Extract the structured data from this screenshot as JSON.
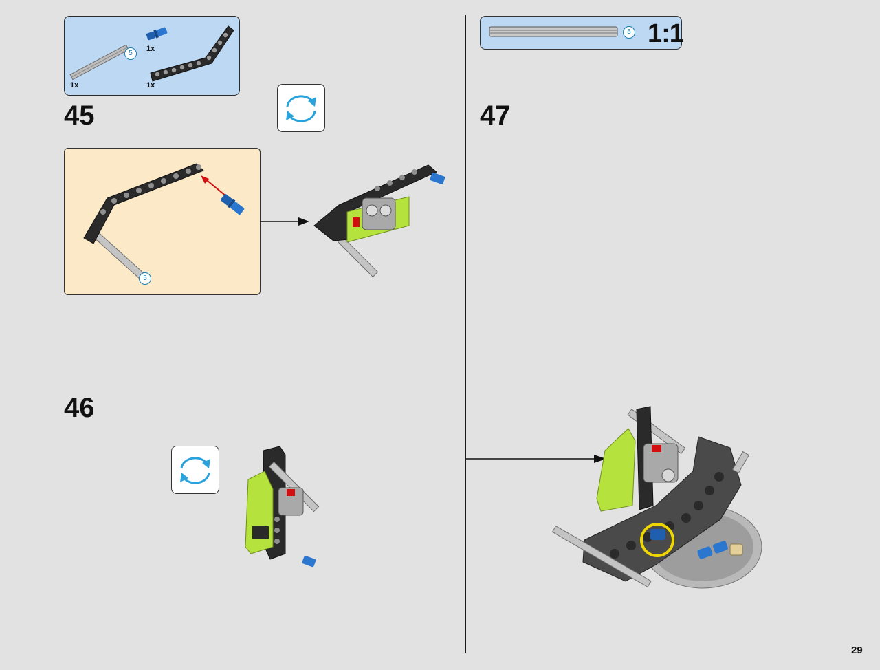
{
  "page": {
    "number": "29"
  },
  "parts_list": {
    "items": [
      {
        "qty": "1x",
        "name": "axle",
        "length_label": "5"
      },
      {
        "qty": "1x",
        "name": "blue-pin"
      },
      {
        "qty": "1x",
        "name": "bent-beam"
      }
    ]
  },
  "steps": [
    {
      "number": "45"
    },
    {
      "number": "46"
    },
    {
      "number": "47"
    }
  ],
  "subassembly": {
    "axle_length_label": "5"
  },
  "scale_check": {
    "axle_length_label": "5",
    "ratio": "1:1"
  },
  "colors": {
    "parts_bg": "#bcd8f3",
    "subassembly_bg": "#fbe9c8",
    "beam_black": "#2a2a2a",
    "lime": "#b5e23c",
    "blue_pin": "#1f5fae",
    "highlight": "#f0d600",
    "arrow_red": "#d01010"
  },
  "icons": [
    "rotate-icon",
    "arrow-right-icon"
  ]
}
